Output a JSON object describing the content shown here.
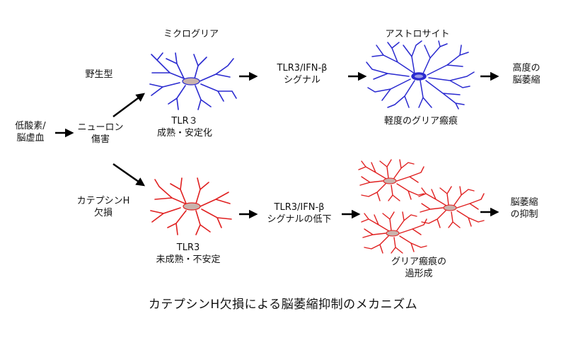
{
  "labels": {
    "microglia": "ミクログリア",
    "astrocyte": "アストロサイト",
    "wild_type": "野生型",
    "hypoxia": "低酸素/\n脳虚血",
    "neuron_damage": "ニューロン\n傷害",
    "tlr3_mature": "TLR３\n成熟・安定化",
    "tlr3_signal_top": "TLR3/IFN-β\nシグナル",
    "severe_atrophy": "高度の\n脳萎縮",
    "mild_gliosis": "軽度のグリア瘢痕",
    "cathepsin_ko": "カテプシンH\n欠損",
    "tlr3_immature": "TLR3\n未成熟・不安定",
    "tlr3_signal_low": "TLR3/IFN-β\nシグナルの低下",
    "gliosis_excess": "グリア瘢痕の\n過形成",
    "atrophy_suppressed": "脳萎縮\nの抑制"
  },
  "caption": "カテプシンH欠損による脳萎縮抑制のメカニズム",
  "colors": {
    "blue": "#2a2ad0",
    "red": "#e02020",
    "soma_fill": "#c9b3ad",
    "arrow": "#000000"
  }
}
